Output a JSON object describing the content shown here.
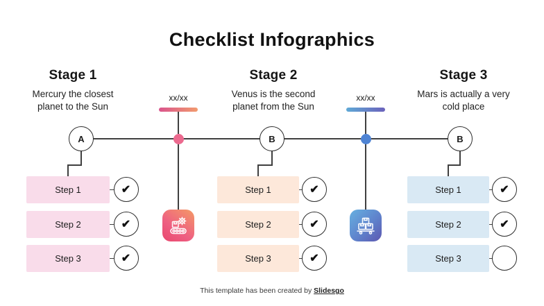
{
  "title": "Checklist Infographics",
  "stages": [
    {
      "name": "Stage 1",
      "description": "Mercury the closest\nplanet to the Sun",
      "node_letter": "A",
      "step_color": "#f9dcea",
      "steps": [
        {
          "label": "Step 1",
          "checked": true,
          "check_glyph": "✔"
        },
        {
          "label": "Step 2",
          "checked": true,
          "check_glyph": "✔"
        },
        {
          "label": "Step 3",
          "checked": true,
          "check_glyph": "✔"
        }
      ]
    },
    {
      "name": "Stage 2",
      "description": "Venus is the second\nplanet from the Sun",
      "node_letter": "B",
      "step_color": "#fde8da",
      "steps": [
        {
          "label": "Step 1",
          "checked": true,
          "check_glyph": "✔"
        },
        {
          "label": "Step 2",
          "checked": true,
          "check_glyph": "✔"
        },
        {
          "label": "Step 3",
          "checked": true,
          "check_glyph": "✔"
        }
      ]
    },
    {
      "name": "Stage 3",
      "description": "Mars is actually a very\ncold place",
      "node_letter": "B",
      "step_color": "#d9e9f4",
      "steps": [
        {
          "label": "Step 1",
          "checked": true,
          "check_glyph": "✔"
        },
        {
          "label": "Step 2",
          "checked": true,
          "check_glyph": "✔"
        },
        {
          "label": "Step 3",
          "checked": false,
          "check_glyph": ""
        }
      ]
    }
  ],
  "markers": [
    {
      "label": "xx/xx",
      "icon": "production-line-icon",
      "bar_gradient": [
        "#d9548c",
        "#f29b6e"
      ],
      "dot_color": "#ec6a8f",
      "icon_gradient": [
        "#f49a66",
        "#e9486e"
      ]
    },
    {
      "label": "xx/xx",
      "icon": "pallet-boxes-icon",
      "bar_gradient": [
        "#5fa9d6",
        "#6b62bb"
      ],
      "dot_color": "#4f84d4",
      "icon_gradient": [
        "#66b0e0",
        "#5c58b0"
      ]
    }
  ],
  "footer": {
    "prefix": "This template has been created by ",
    "brand": "Slidesgo"
  }
}
